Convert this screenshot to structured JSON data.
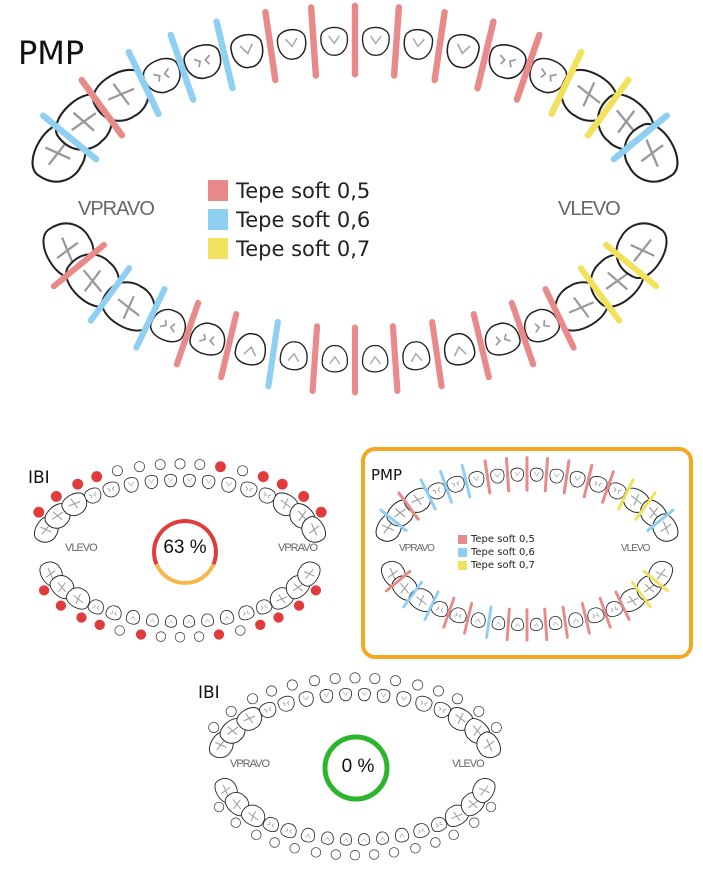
{
  "colors": {
    "red": "#e88a8a",
    "blue": "#8fd0f2",
    "yellow": "#f2e15c",
    "dot_red": "#e23b3b",
    "ring_red": "#e23b3b",
    "ring_orange": "#f7b84b",
    "ring_green": "#2db52d",
    "frame_orange": "#f5a623"
  },
  "legend": [
    {
      "label": "Tepe soft 0,5",
      "color": "red"
    },
    {
      "label": "Tepe soft 0,6",
      "color": "blue"
    },
    {
      "label": "Tepe soft 0,7",
      "color": "yellow"
    }
  ],
  "pmp_large": {
    "title": "PMP",
    "left_side_label": "VPRAVO",
    "right_side_label": "VLEVO",
    "upper_gaps": [
      "blue",
      "red",
      "blue",
      "blue",
      "blue",
      "red",
      "red",
      "red",
      "red",
      "red",
      "red",
      "red",
      "yellow",
      "yellow",
      "blue"
    ],
    "lower_gaps": [
      "red",
      "blue",
      "blue",
      "red",
      "red",
      "blue",
      "red",
      "red",
      "red",
      "red",
      "red",
      "red",
      "red",
      "yellow",
      "yellow"
    ]
  },
  "ibi_1": {
    "title": "IBI",
    "left_side_label": "VLEVO",
    "right_side_label": "VPRAVO",
    "percent_label": "63 %",
    "percent_value": 63,
    "upper_dots": [
      1,
      1,
      1,
      1,
      0,
      0,
      0,
      0,
      0,
      1,
      0,
      1,
      1,
      1,
      1
    ],
    "lower_dots": [
      1,
      1,
      1,
      1,
      0,
      1,
      0,
      0,
      0,
      1,
      0,
      1,
      1,
      1,
      1
    ]
  },
  "pmp_small": {
    "title": "PMP",
    "left_side_label": "VPRAVO",
    "right_side_label": "VLEVO",
    "highlighted": true
  },
  "ibi_2": {
    "title": "IBI",
    "left_side_label": "VPRAVO",
    "right_side_label": "VLEVO",
    "percent_label": "0 %",
    "percent_value": 0,
    "upper_dots": [
      0,
      0,
      0,
      0,
      0,
      0,
      0,
      0,
      0,
      0,
      0,
      0,
      0,
      0,
      0
    ],
    "lower_dots": [
      0,
      0,
      0,
      0,
      0,
      0,
      0,
      0,
      0,
      0,
      0,
      0,
      0,
      0,
      0
    ]
  }
}
